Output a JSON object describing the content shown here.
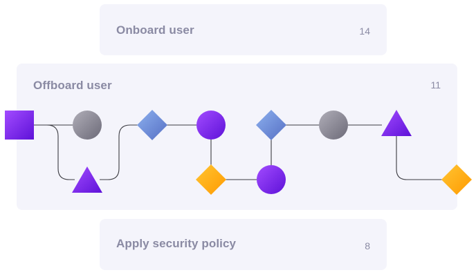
{
  "workflows": [
    {
      "label": "Onboard user",
      "count": "14"
    },
    {
      "label": "Offboard user",
      "count": "11"
    },
    {
      "label": "Apply security policy",
      "count": "8"
    }
  ],
  "colors": {
    "purple": "#7b2fe6",
    "gray": "#8c8a98",
    "blue": "#6f8fd6",
    "orange": "#ffaa12",
    "card": "#f4f4fb",
    "text": "#8a8aa3",
    "line": "#3a3a40"
  },
  "workflow_nodes": [
    {
      "name": "square-node",
      "shape": "square",
      "color": "purple"
    },
    {
      "name": "circle-node",
      "shape": "circle",
      "color": "gray"
    },
    {
      "name": "triangle-node",
      "shape": "triangle",
      "color": "purple"
    },
    {
      "name": "diamond-node",
      "shape": "diamond",
      "color": "blue"
    },
    {
      "name": "circle-node",
      "shape": "circle",
      "color": "purple"
    },
    {
      "name": "diamond-node",
      "shape": "diamond",
      "color": "orange"
    },
    {
      "name": "circle-node",
      "shape": "circle",
      "color": "purple"
    },
    {
      "name": "diamond-node",
      "shape": "diamond",
      "color": "blue"
    },
    {
      "name": "circle-node",
      "shape": "circle",
      "color": "gray"
    },
    {
      "name": "triangle-node",
      "shape": "triangle",
      "color": "purple"
    },
    {
      "name": "diamond-node",
      "shape": "diamond",
      "color": "orange"
    }
  ]
}
